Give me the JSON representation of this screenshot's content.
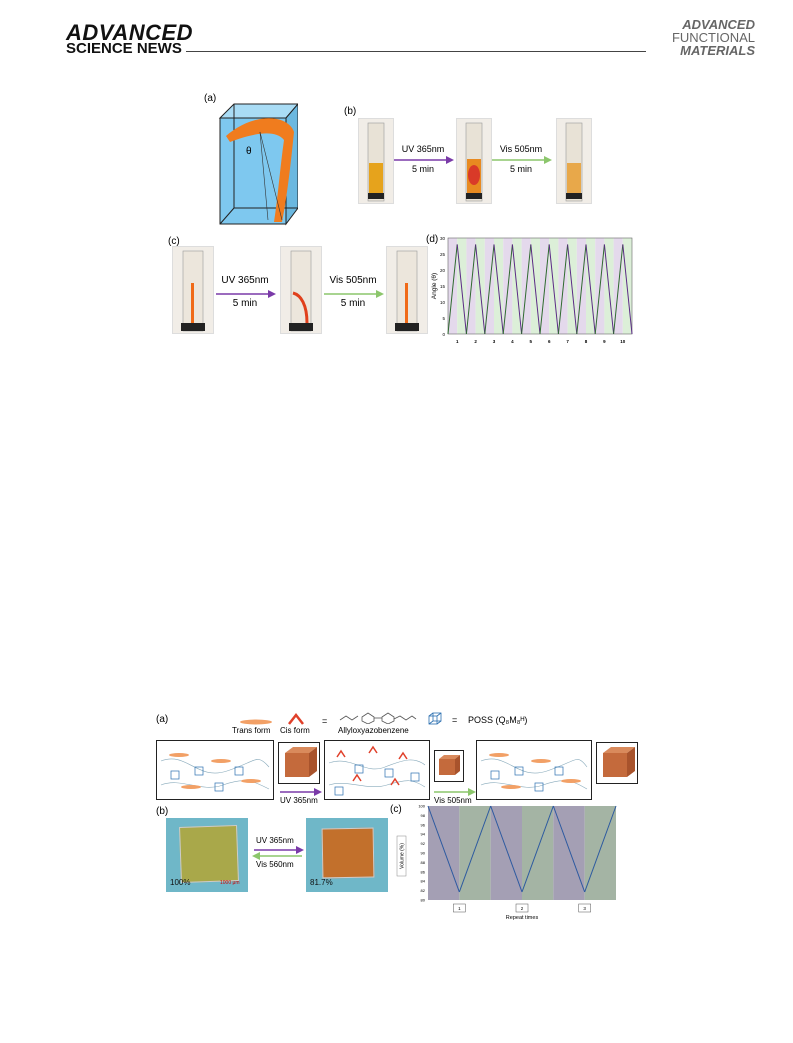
{
  "header": {
    "logo_line1": "ADVANCED",
    "logo_line2": "SCIENCE NEWS",
    "journal_line1": "ADVANCED",
    "journal_line2": "FUNCTIONAL",
    "journal_line3": "MATERIALS"
  },
  "fig_top": {
    "panel_a": "(a)",
    "panel_a_theta": "θ",
    "panel_b": "(b)",
    "panel_c": "(c)",
    "panel_d": "(d)",
    "b_arrow1_line1": "UV 365nm",
    "b_arrow1_line2": "5 min",
    "b_arrow2_line1": "Vis 505nm",
    "b_arrow2_line2": "5 min",
    "c_arrow1_line1": "UV 365nm",
    "c_arrow1_line2": "5 min",
    "c_arrow2_line1": "Vis 505nm",
    "c_arrow2_line2": "5 min"
  },
  "fig_bottom": {
    "panel_a": "(a)",
    "trans_form": "Trans form",
    "cis_form": "Cis form",
    "equals1": "=",
    "allyl": "Allyloxyazobenzene",
    "equals2": "=",
    "poss": "POSS (Q₈M₈ᴴ)",
    "uv": "UV 365nm",
    "vis": "Vis 505nm",
    "panel_b": "(b)",
    "b_uv": "UV 365nm",
    "b_vis": "Vis 560nm",
    "b_pct1": "100%",
    "b_pct2": "81.7%",
    "b_scale": "1000 μm",
    "panel_c": "(c)"
  },
  "chart_data": [
    {
      "type": "line",
      "ylabel": "Angle (θ)",
      "xlabel": "",
      "ylim": [
        0,
        30
      ],
      "yticks": [
        "0",
        "5",
        "10",
        "15",
        "20",
        "25",
        "30"
      ],
      "xticks": [
        "1",
        "2",
        "3",
        "4",
        "5",
        "6",
        "7",
        "8",
        "9",
        "10"
      ],
      "x": [
        0,
        0.5,
        1,
        1.5,
        2,
        2.5,
        3,
        3.5,
        4,
        4.5,
        5,
        5.5,
        6,
        6.5,
        7,
        7.5,
        8,
        8.5,
        9,
        9.5,
        10
      ],
      "series": [
        {
          "values": [
            0,
            28,
            0,
            28,
            0,
            28,
            0,
            28,
            0,
            28,
            0,
            28,
            0,
            28,
            0,
            28,
            0,
            28,
            0,
            28,
            0
          ]
        }
      ],
      "colors": {
        "line_up": "#2e6b2e",
        "line_down": "#5b2a86",
        "band_a": "#e4d9ec",
        "band_b": "#dcefd8"
      }
    },
    {
      "type": "line",
      "ylabel": "Volume (%)",
      "xlabel": "Repeat times",
      "ylim": [
        80,
        100
      ],
      "yticks": [
        "80",
        "82",
        "84",
        "86",
        "88",
        "90",
        "92",
        "94",
        "96",
        "98",
        "100"
      ],
      "xticks": [
        "1",
        "2",
        "3"
      ],
      "x": [
        0,
        0.5,
        1,
        1.5,
        2,
        2.5,
        3
      ],
      "series": [
        {
          "values": [
            100,
            81.7,
            100,
            81.7,
            100,
            81.7,
            100
          ]
        }
      ],
      "colors": {
        "line": "#2d5aa0",
        "band_a": "#a49fb4",
        "band_b": "#a4b4a4"
      }
    }
  ]
}
